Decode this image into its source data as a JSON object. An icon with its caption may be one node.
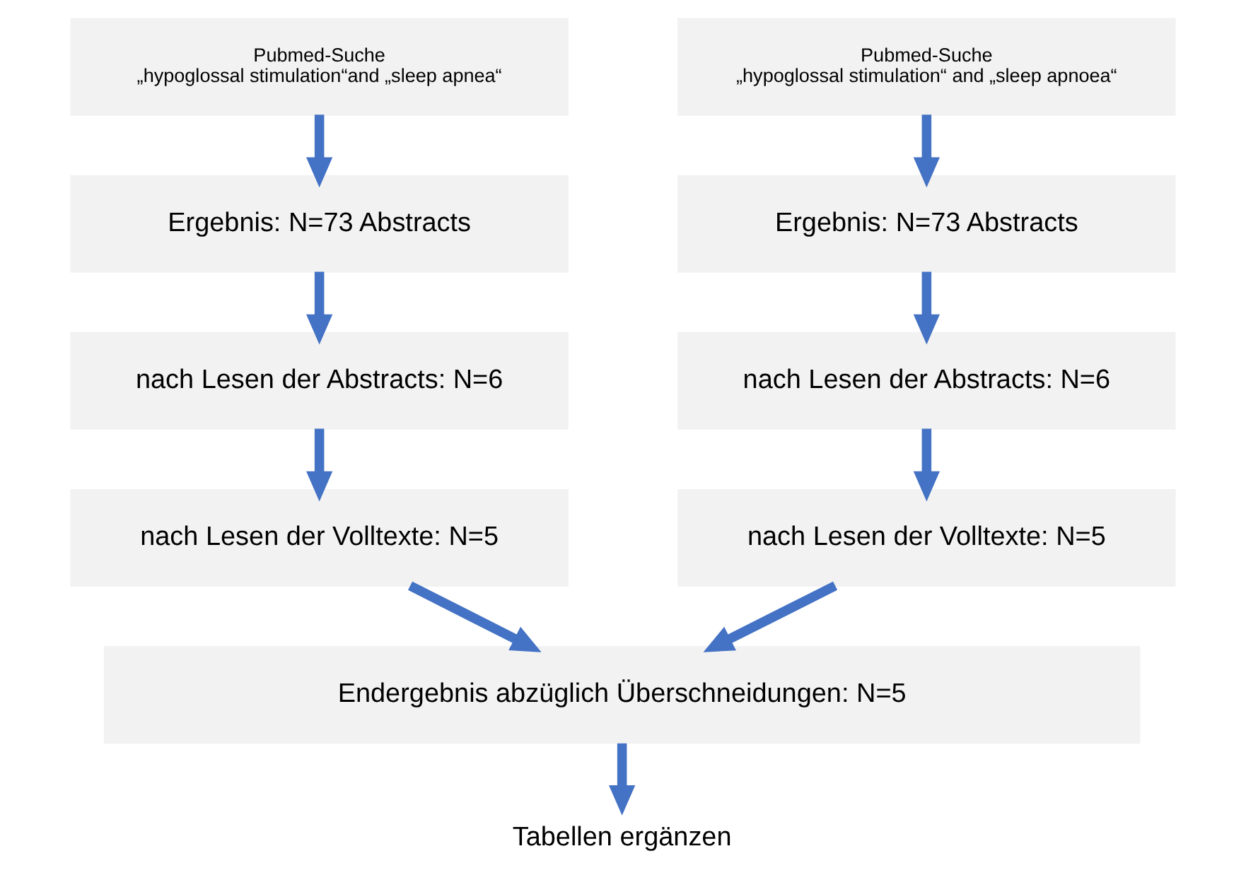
{
  "diagram": {
    "nodes": [
      {
        "text": [
          "Pubmed-Suche",
          "„hypoglossal stimulation“and „sleep apnea“"
        ]
      },
      {
        "text": [
          "Ergebnis: N=73 Abstracts"
        ]
      },
      {
        "text": [
          "nach Lesen der Abstracts: N=6"
        ]
      },
      {
        "text": [
          "nach Lesen der Volltexte: N=5"
        ]
      },
      {
        "text": [
          "Pubmed-Suche",
          "„hypoglossal stimulation“ and „sleep apnoea“"
        ]
      },
      {
        "text": [
          "Ergebnis: N=73 Abstracts"
        ]
      },
      {
        "text": [
          "nach Lesen der Abstracts: N=6"
        ]
      },
      {
        "text": [
          "nach Lesen der Volltexte: N=5"
        ]
      },
      {
        "text": [
          "Endergebnis abzüglich Überschneidungen: N=5"
        ]
      },
      {
        "text": [
          "Tabellen ergänzen"
        ]
      }
    ],
    "edges": [
      {
        "from": 0,
        "to": 1,
        "arrow": "to"
      },
      {
        "from": 1,
        "to": 2,
        "arrow": "to"
      },
      {
        "from": 2,
        "to": 3,
        "arrow": "to"
      },
      {
        "from": 4,
        "to": 5,
        "arrow": "to"
      },
      {
        "from": 5,
        "to": 6,
        "arrow": "to"
      },
      {
        "from": 6,
        "to": 7,
        "arrow": "to"
      },
      {
        "from": 3,
        "to": 8,
        "arrow": "to"
      },
      {
        "from": 7,
        "to": 8,
        "arrow": "to"
      },
      {
        "from": 8,
        "to": 9,
        "arrow": "to"
      }
    ]
  }
}
